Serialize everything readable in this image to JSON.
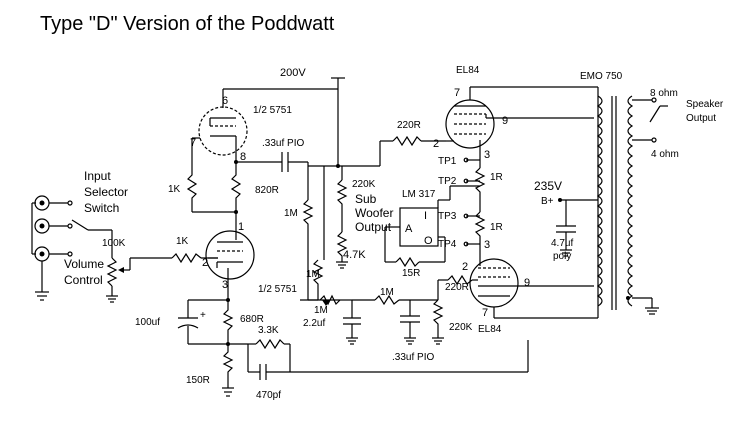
{
  "title": "Type \"D\" Version of the Poddwatt",
  "supply": {
    "b200": "200V",
    "b235": "235V",
    "bplus": "B+"
  },
  "tubes": {
    "v1_top": "1/2 5751",
    "v1_bottom": "1/2 5751",
    "el84_top": "EL84",
    "el84_bottom": "EL84"
  },
  "pins": {
    "p6": "6",
    "p7": "7",
    "p8": "8",
    "p1": "1",
    "p2": "2",
    "p3": "3",
    "pe7a": "7",
    "pe9a": "9",
    "pe2a": "2",
    "pe3a": "3",
    "pe3b": "3",
    "pe2b": "2",
    "pe9b": "9",
    "pe7b": "7"
  },
  "components": {
    "r1k_a": "1K",
    "r820": "820R",
    "c33_a": ".33uf PIO",
    "r1m_a": "1M",
    "r220k_a": "220K",
    "r47k": "4.7K",
    "r220_a": "220R",
    "r1m_b": "1M",
    "r1m_c": "1M",
    "c22": "2.2uf",
    "r1m_d": "1M",
    "c33_b": ".33uf PIO",
    "r220k_b": "220K",
    "r220_b": "220R",
    "r1k_b": "1K",
    "r100k": "100K",
    "c100": "100uf",
    "r680": "680R",
    "r33k": "3.3K",
    "r150": "150R",
    "c470": "470pf",
    "lm317": "LM 317",
    "reg_i": "I",
    "reg_a": "A",
    "reg_o": "O",
    "r15": "15R",
    "r1r_a": "1R",
    "r1r_b": "1R",
    "c47": "4.7uf",
    "poly": "poly",
    "tp1": "TP1",
    "tp2": "TP2",
    "tp3": "TP3",
    "tp4": "TP4",
    "xfmr": "EMO 750",
    "ohm8": "8 ohm",
    "ohm4": "4 ohm"
  },
  "labels": {
    "input_selector": [
      "Input",
      "Selector",
      "Switch"
    ],
    "volume": [
      "Volume",
      "Control"
    ],
    "sub_woofer": [
      "Sub",
      "Woofer",
      "Output"
    ],
    "speaker": [
      "Speaker",
      "Output"
    ]
  }
}
